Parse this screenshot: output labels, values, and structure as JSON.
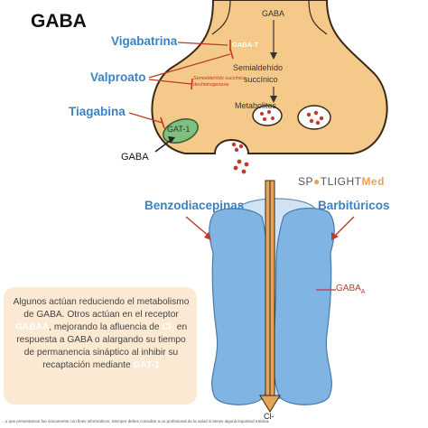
{
  "title": "GABA",
  "drugs": {
    "vigabatrina": "Vigabatrina",
    "valproato": "Valproato",
    "tiagabina": "Tiagabina",
    "benzodiacepinas": "Benzodiacepinas",
    "barbituricos": "Barbitúricos"
  },
  "neuron": {
    "gaba_top": "GABA",
    "gaba_t": "GABA-T",
    "semialdehido": "Semialdehído",
    "succinico": "succínico",
    "semialdehido_small": "Semialdehído succínico deshidrogenasa",
    "metabolitos": "Metabolitos",
    "gat1": "GAT-1",
    "gaba_left": "GABA"
  },
  "receptor": {
    "gaba_a_base": "GABA",
    "gaba_a_sub": "A",
    "cl": "Cl-"
  },
  "brand": {
    "spot": "SP",
    "light": "TLIGHT",
    "med": "Med"
  },
  "info_box": {
    "p1": "Algunos actúan reduciendo el metabolismo de GABA. Otros actúan en el receptor ",
    "h1": "GABAA",
    "p2": ", mejorando la afluencia de ",
    "h2": "Cl-",
    "p3": " en respuesta a GABA o alargando su tiempo de permanencia sináptico al inhibir su recaptación mediante ",
    "h3": "GAT-1"
  },
  "footer": "...o que presentamos fue únicamente con fines informativos. Siempre debes consultar a un profesional de la salud si tienes alguna inquietud médica.",
  "colors": {
    "neuron_fill": "#f5c98a",
    "neuron_stroke": "#3a2a15",
    "gat1_fill": "#7fbf7f",
    "receptor_dark": "#7fb4e3",
    "receptor_light": "#cfe3f5",
    "drug_blue": "#3b82c4",
    "arrow_red": "#c0392b",
    "channel_arrow": "#e8a35a"
  }
}
